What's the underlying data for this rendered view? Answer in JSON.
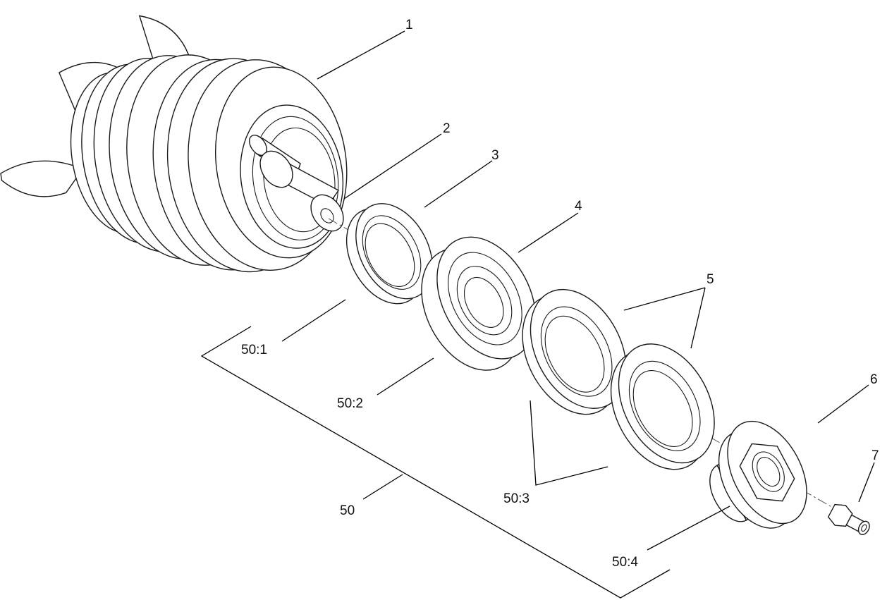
{
  "callouts": {
    "c1": "1",
    "c2": "2",
    "c3": "3",
    "c4": "4",
    "c5": "5",
    "c6": "6",
    "c7": "7",
    "c50": "50",
    "c50_1": "50:1",
    "c50_2": "50:2",
    "c50_3": "50:3",
    "c50_4": "50:4"
  }
}
